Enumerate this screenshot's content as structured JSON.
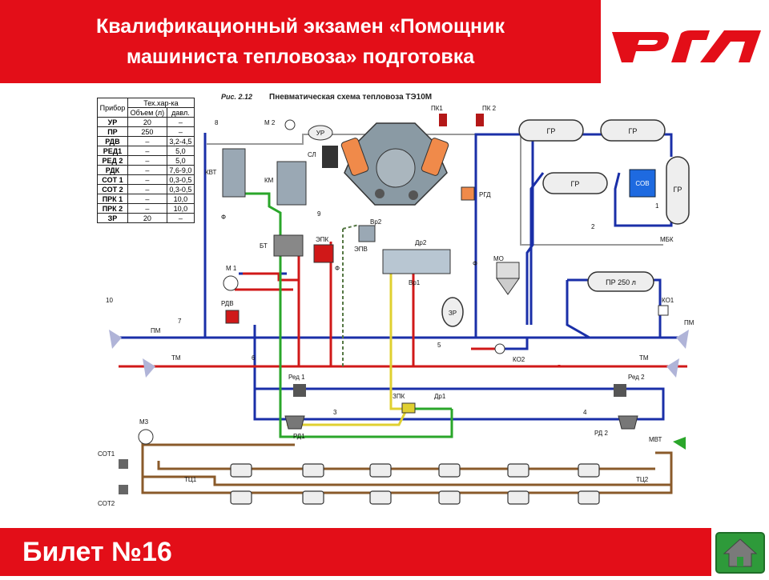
{
  "header": {
    "title_line1": "Квалификационный экзамен «Помощник",
    "title_line2": "машиниста тепловоза» подготовка"
  },
  "footer": {
    "ticket": "Билет №16"
  },
  "figure": {
    "caption_prefix": "Рис. 2.12",
    "caption": "Пневматическая схема тепловоза ТЭ10М"
  },
  "table": {
    "header_top": "Тех.хар-ка",
    "col_device": "Прибор",
    "col_volume": "Объем (л)",
    "col_pressure": "давл.",
    "rows": [
      {
        "device": "УР",
        "volume": "20",
        "pressure": "–"
      },
      {
        "device": "ПР",
        "volume": "250",
        "pressure": "–"
      },
      {
        "device": "РДВ",
        "volume": "–",
        "pressure": "3,2-4,5"
      },
      {
        "device": "РЕД1",
        "volume": "–",
        "pressure": "5,0"
      },
      {
        "device": "РЕД 2",
        "volume": "–",
        "pressure": "5,0"
      },
      {
        "device": "РДК",
        "volume": "–",
        "pressure": "7,6-9,0"
      },
      {
        "device": "СОТ 1",
        "volume": "–",
        "pressure": "0,3-0,5"
      },
      {
        "device": "СОТ 2",
        "volume": "–",
        "pressure": "0,3-0,5"
      },
      {
        "device": "ПРК 1",
        "volume": "–",
        "pressure": "10,0"
      },
      {
        "device": "ПРК 2",
        "volume": "–",
        "pressure": "10,0"
      },
      {
        "device": "ЗР",
        "volume": "20",
        "pressure": "–"
      }
    ]
  },
  "labels": {
    "n8": "8",
    "m2": "М 2",
    "ur": "УР",
    "kvt": "КВТ",
    "km": "КМ",
    "sl": "СЛ",
    "pk1": "ПК1",
    "pk2": "ПК 2",
    "gr1": "ГР",
    "gr2": "ГР",
    "gr3": "ГР",
    "gr4": "ГР",
    "sov": "СОВ",
    "n1": "1",
    "n2": "2",
    "mbk": "МБК",
    "rgd": "РГД",
    "n9": "9",
    "bt": "БТ",
    "epk": "ЭПК",
    "vr2": "Вр2",
    "epv": "ЭПВ",
    "dr2": "Др2",
    "vr1": "Вр1",
    "mo": "МО",
    "pr250": "ПР 250 л",
    "ko1": "КО1",
    "m1": "М 1",
    "rdv": "РДВ",
    "zr": "ЗР",
    "n10": "10",
    "n7": "7",
    "pm_left": "ПМ",
    "pm_right": "ПМ",
    "n6": "6",
    "n5": "5",
    "ko2": "КО2",
    "tm_left": "ТМ",
    "tm_right": "ТМ",
    "red1": "Ред 1",
    "red2": "Ред 2",
    "n3": "3",
    "n4": "4",
    "zpk": "ЗПК",
    "dr1": "Др1",
    "rd1": "РД1",
    "rd2": "РД 2",
    "mvt": "МВТ",
    "m3": "М3",
    "sot1": "СОТ1",
    "sot2": "СОТ2",
    "tc1": "ТЦ1",
    "tc2": "ТЦ2",
    "f1": "Ф",
    "f2": "Ф",
    "f3": "Ф"
  },
  "colors": {
    "brand_red": "#e30e18",
    "pipe_blue": "#1a2fa8",
    "pipe_red": "#d01818",
    "pipe_green": "#2aa62a",
    "pipe_brown": "#8a5a2a",
    "pipe_yellow": "#e0d030",
    "pipe_gray": "#9a9a9a",
    "home_green": "#2e9a3a"
  }
}
